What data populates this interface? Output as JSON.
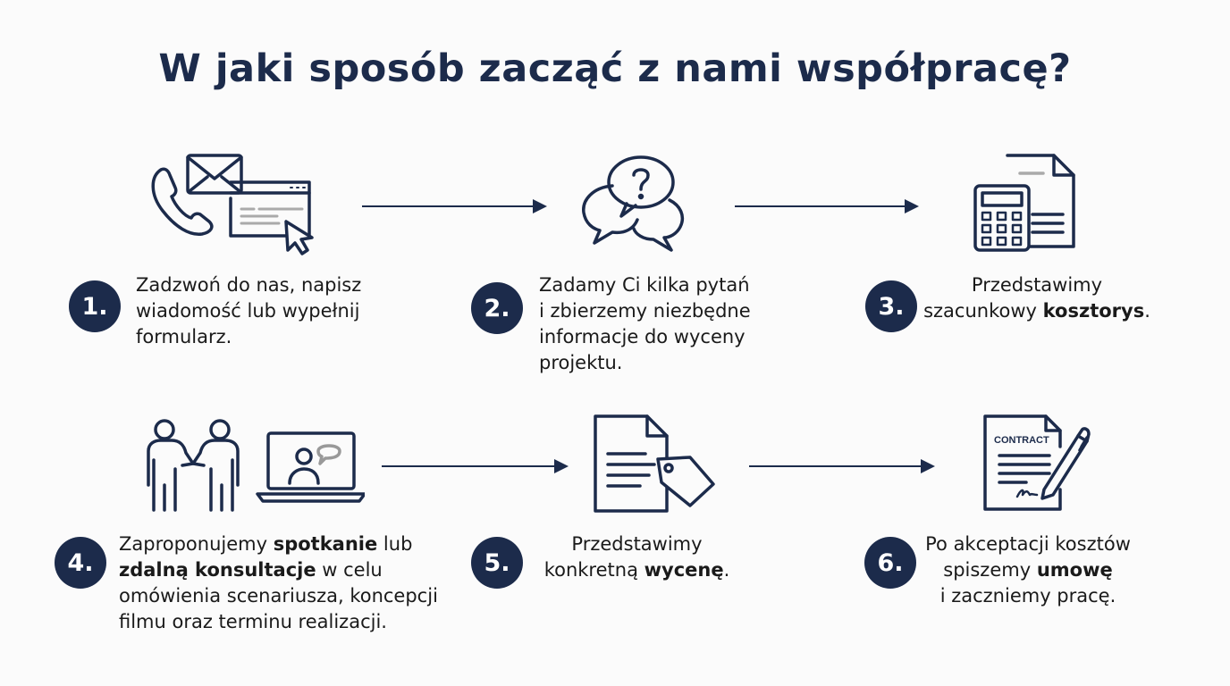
{
  "title": "W jaki sposób zacząć z nami współpracę?",
  "colors": {
    "accent": "#1c2b4b",
    "background": "#fbfbfb"
  },
  "steps": [
    {
      "number": "1.",
      "icon": "contact-channels-icon",
      "lines": [
        [
          {
            "t": "Zadzwoń do nas, napisz",
            "b": false
          }
        ],
        [
          {
            "t": "wiadomość lub wypełnij",
            "b": false
          }
        ],
        [
          {
            "t": "formularz.",
            "b": false
          }
        ]
      ]
    },
    {
      "number": "2.",
      "icon": "question-chat-icon",
      "lines": [
        [
          {
            "t": "Zadamy Ci kilka pytań",
            "b": false
          }
        ],
        [
          {
            "t": "i zbierzemy niezbędne",
            "b": false
          }
        ],
        [
          {
            "t": "informacje do wyceny",
            "b": false
          }
        ],
        [
          {
            "t": "projektu.",
            "b": false
          }
        ]
      ]
    },
    {
      "number": "3.",
      "icon": "calculator-document-icon",
      "lines": [
        [
          {
            "t": "Przedstawimy",
            "b": false
          }
        ],
        [
          {
            "t": "szacunkowy ",
            "b": false
          },
          {
            "t": "kosztorys",
            "b": true
          },
          {
            "t": ".",
            "b": false
          }
        ]
      ]
    },
    {
      "number": "4.",
      "icon": "meeting-video-call-icon",
      "lines": [
        [
          {
            "t": "Zaproponujemy ",
            "b": false
          },
          {
            "t": "spotkanie",
            "b": true
          },
          {
            "t": " lub",
            "b": false
          }
        ],
        [
          {
            "t": "zdalną konsultacje",
            "b": true
          },
          {
            "t": " w celu",
            "b": false
          }
        ],
        [
          {
            "t": "omówienia scenariusza, koncepcji",
            "b": false
          }
        ],
        [
          {
            "t": "filmu oraz terminu realizacji.",
            "b": false
          }
        ]
      ]
    },
    {
      "number": "5.",
      "icon": "document-price-tag-icon",
      "lines": [
        [
          {
            "t": "Przedstawimy",
            "b": false
          }
        ],
        [
          {
            "t": "konkretną ",
            "b": false
          },
          {
            "t": "wycenę",
            "b": true
          },
          {
            "t": ".",
            "b": false
          }
        ]
      ]
    },
    {
      "number": "6.",
      "icon": "contract-signing-icon",
      "contract_label": "CONTRACT",
      "lines": [
        [
          {
            "t": "Po akceptacji kosztów",
            "b": false
          }
        ],
        [
          {
            "t": "spiszemy ",
            "b": false
          },
          {
            "t": "umowę",
            "b": true
          }
        ],
        [
          {
            "t": "i zaczniemy pracę.",
            "b": false
          }
        ]
      ]
    }
  ]
}
